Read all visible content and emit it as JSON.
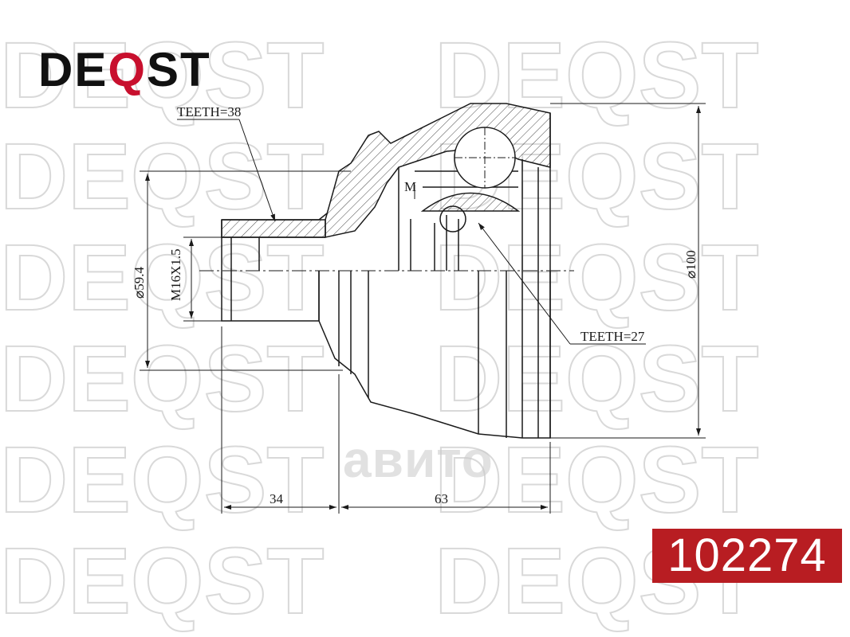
{
  "brand": {
    "name_part1": "DE",
    "name_q": "Q",
    "name_part2": "ST"
  },
  "watermark": {
    "text": "DEQST",
    "overlay": "авито"
  },
  "part_number": "102274",
  "labels": {
    "teeth_outer": "TEETH=38",
    "teeth_inner": "TEETH=27",
    "diameter_small": "⌀59.4",
    "thread": "M16X1.5",
    "diameter_large": "⌀100",
    "marker": "M",
    "length_left": "34",
    "length_right": "63"
  },
  "colors": {
    "line": "#1a1a1a",
    "accent": "#b81d22",
    "watermark": "#d9d9d9"
  }
}
